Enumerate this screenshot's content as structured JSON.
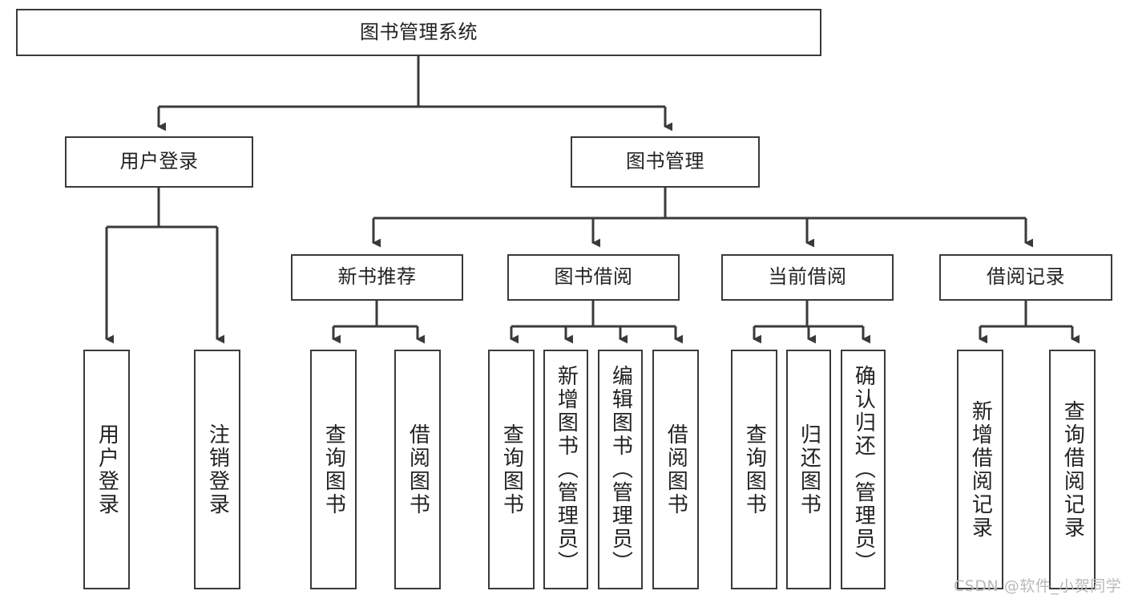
{
  "diagram": {
    "title": "图书管理系统",
    "type": "tree",
    "root": {
      "label": "图书管理系统",
      "id": "root"
    },
    "level2": [
      {
        "id": "user-login",
        "label": "用户登录"
      },
      {
        "id": "book-manage",
        "label": "图书管理"
      }
    ],
    "level3": [
      {
        "id": "new-book-recommend",
        "label": "新书推荐",
        "parent": "book-manage"
      },
      {
        "id": "book-borrow",
        "label": "图书借阅",
        "parent": "book-manage"
      },
      {
        "id": "current-borrow",
        "label": "当前借阅",
        "parent": "book-manage"
      },
      {
        "id": "borrow-record",
        "label": "借阅记录",
        "parent": "book-manage"
      }
    ],
    "leaves": [
      {
        "id": "leaf-user-login",
        "label": "用户登录",
        "parent": "user-login"
      },
      {
        "id": "leaf-logout",
        "label": "注销登录",
        "parent": "user-login"
      },
      {
        "id": "leaf-query-book-1",
        "label": "查询图书",
        "parent": "new-book-recommend"
      },
      {
        "id": "leaf-borrow-book-1",
        "label": "借阅图书",
        "parent": "new-book-recommend"
      },
      {
        "id": "leaf-query-book-2",
        "label": "查询图书",
        "parent": "book-borrow"
      },
      {
        "id": "leaf-add-book",
        "label": "新增图书（管理员）",
        "parent": "book-borrow"
      },
      {
        "id": "leaf-edit-book",
        "label": "编辑图书（管理员）",
        "parent": "book-borrow"
      },
      {
        "id": "leaf-borrow-book-2",
        "label": "借阅图书",
        "parent": "book-borrow"
      },
      {
        "id": "leaf-query-book-3",
        "label": "查询图书",
        "parent": "current-borrow"
      },
      {
        "id": "leaf-return-book",
        "label": "归还图书",
        "parent": "current-borrow"
      },
      {
        "id": "leaf-confirm-return",
        "label": "确认归还（管理员）",
        "parent": "current-borrow"
      },
      {
        "id": "leaf-add-record",
        "label": "新增借阅记录",
        "parent": "borrow-record"
      },
      {
        "id": "leaf-query-record",
        "label": "查询借阅记录",
        "parent": "borrow-record"
      }
    ],
    "watermark": "CSDN @软件_小贺同学",
    "colors": {
      "stroke": "#3a3a3a",
      "background": "#ffffff",
      "text": "#222222",
      "watermark": "#b9b9b9"
    }
  }
}
